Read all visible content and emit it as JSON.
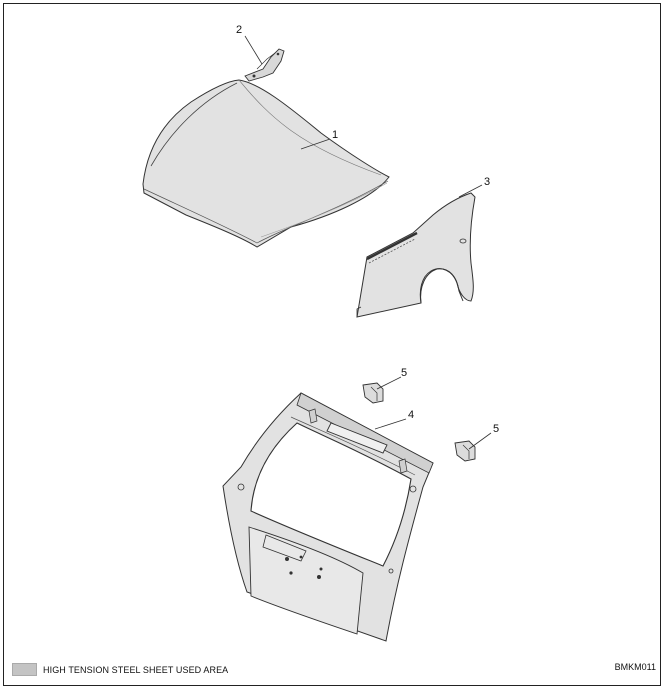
{
  "callouts": {
    "hood": "1",
    "hood_hinge": "2",
    "front_fender": "3",
    "back_door": "4",
    "back_door_hinge_left": "5",
    "back_door_hinge_right": "5"
  },
  "legend": {
    "label": "HIGH TENSION STEEL SHEET USED AREA",
    "swatch_color": "#c4c4c4"
  },
  "figure_code": "BMKM011",
  "colors": {
    "part_fill": "#e2e2e2",
    "part_shade": "#cfcfcf",
    "outline": "#333333"
  }
}
